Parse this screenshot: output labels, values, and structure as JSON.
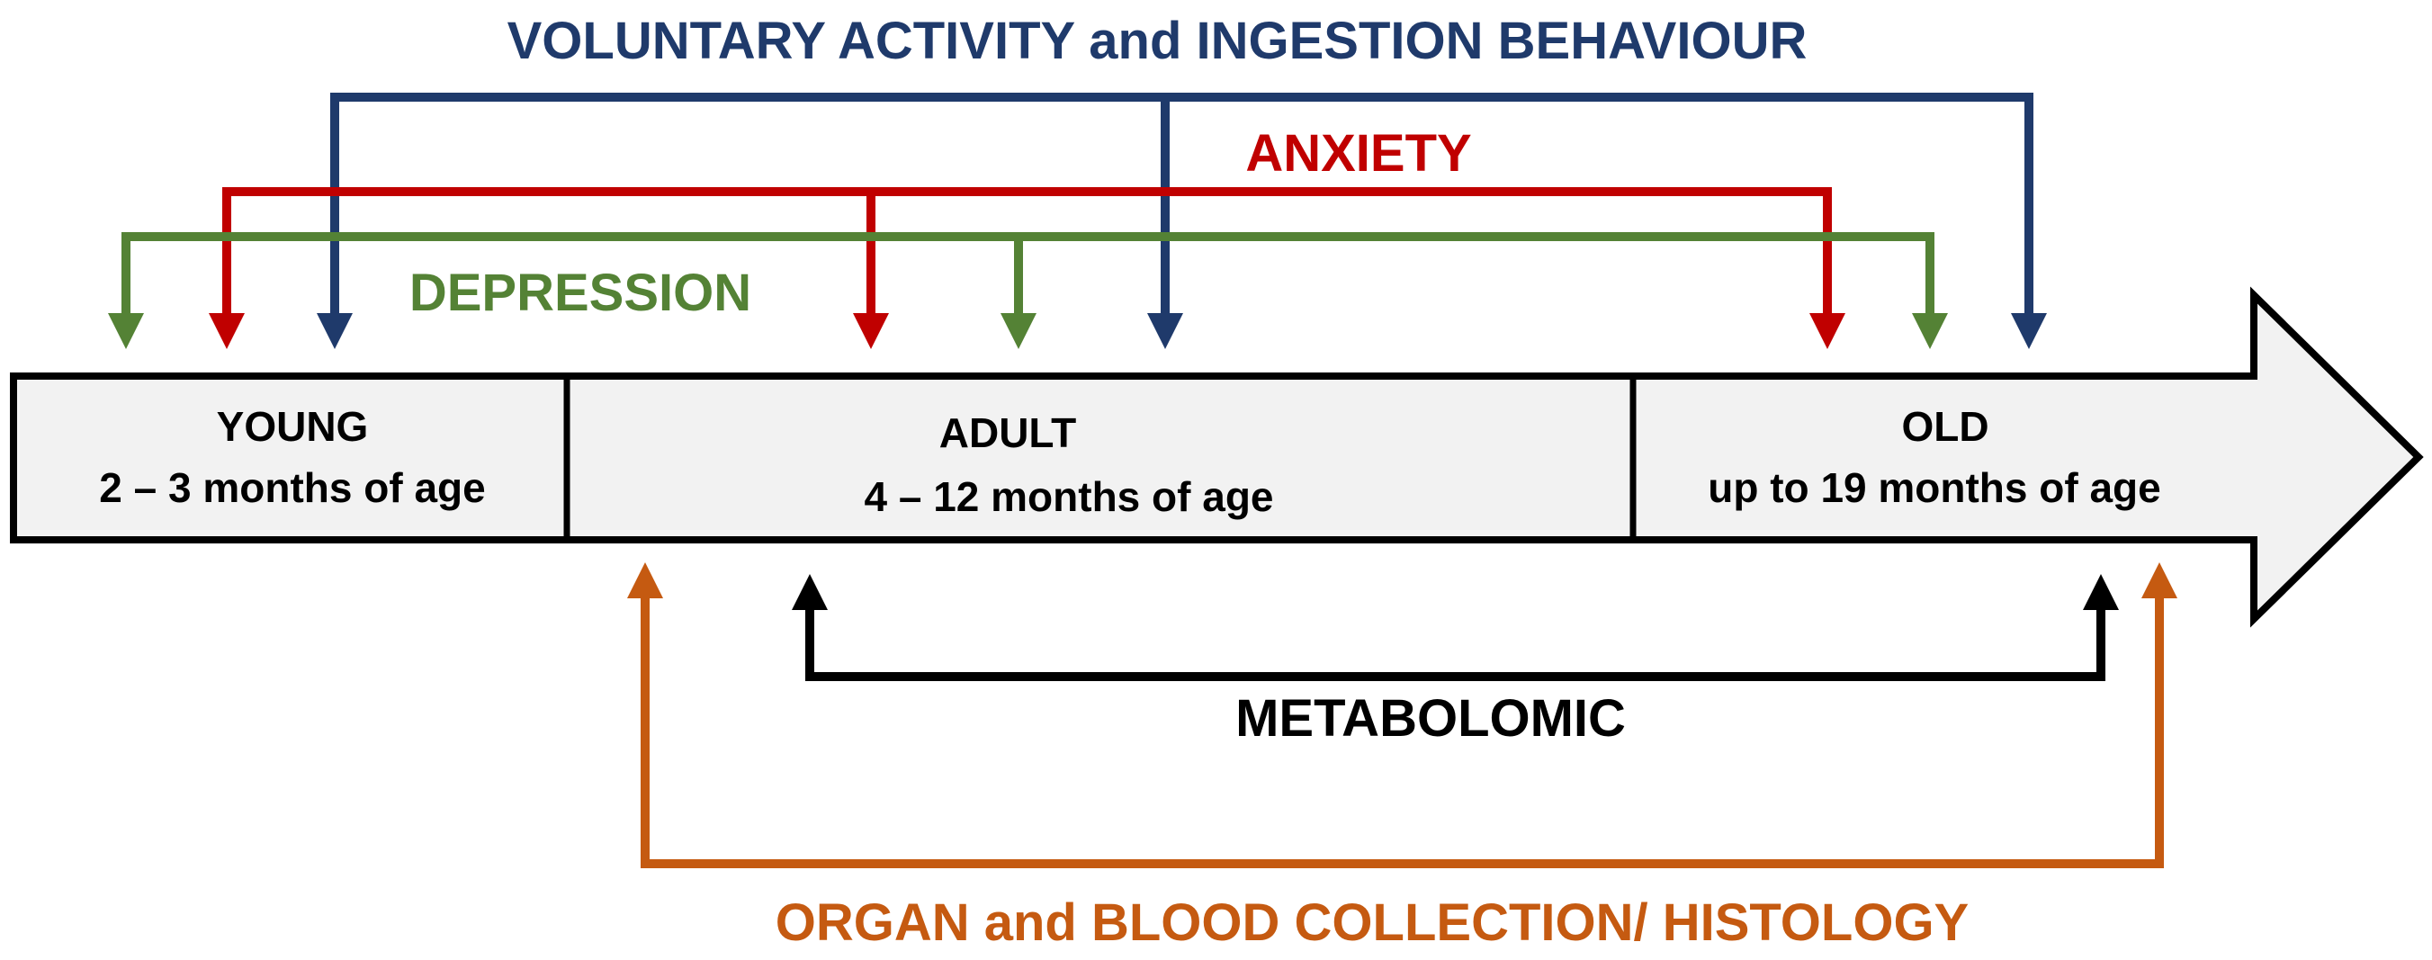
{
  "colors": {
    "voluntary": "#1F3A6B",
    "anxiety": "#C00000",
    "depression": "#548235",
    "metabolomic": "#000000",
    "organ": "#C55A11",
    "timeline_fill": "#F2F2F2",
    "timeline_stroke": "#000000"
  },
  "timeline": {
    "young": {
      "label": "YOUNG",
      "range": "2 – 3 months of age"
    },
    "adult": {
      "label": "ADULT",
      "range": "4 – 12 months of age"
    },
    "old": {
      "label": "OLD",
      "range": "up to 19 months of age"
    }
  },
  "tests": {
    "voluntary": "VOLUNTARY ACTIVITY and INGESTION BEHAVIOUR",
    "anxiety": "ANXIETY",
    "depression": "DEPRESSION",
    "metabolomic": "METABOLOMIC",
    "organ": "ORGAN and BLOOD COLLECTION/ HISTOLOGY"
  }
}
